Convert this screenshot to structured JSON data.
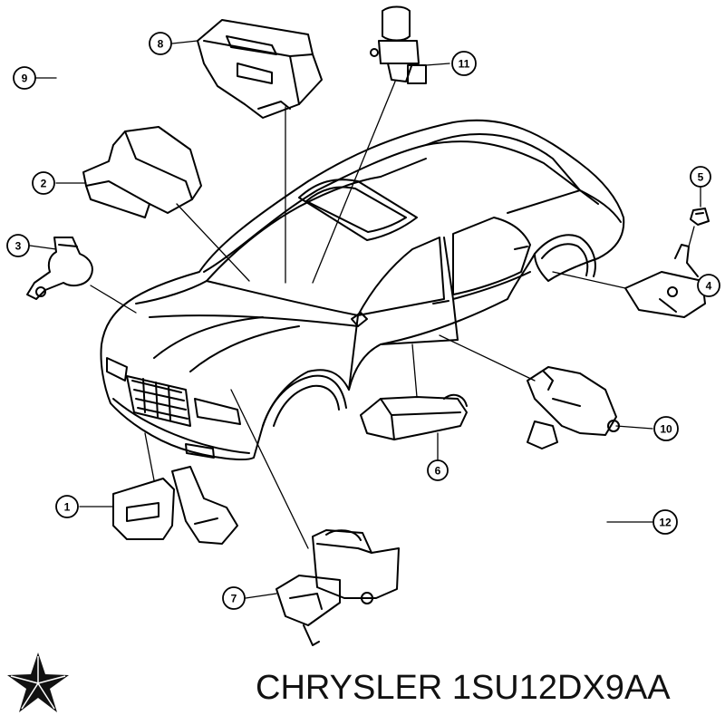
{
  "callouts": [
    {
      "num": "1"
    },
    {
      "num": "2"
    },
    {
      "num": "3"
    },
    {
      "num": "4"
    },
    {
      "num": "5"
    },
    {
      "num": "6"
    },
    {
      "num": "7"
    },
    {
      "num": "8"
    },
    {
      "num": "9"
    },
    {
      "num": "10"
    },
    {
      "num": "11"
    },
    {
      "num": "12"
    }
  ],
  "footer": {
    "brand": "CHRYSLER",
    "part_number": "1SU12DX9AA"
  },
  "logo": {
    "icon": "chrysler-pentastar-icon"
  }
}
